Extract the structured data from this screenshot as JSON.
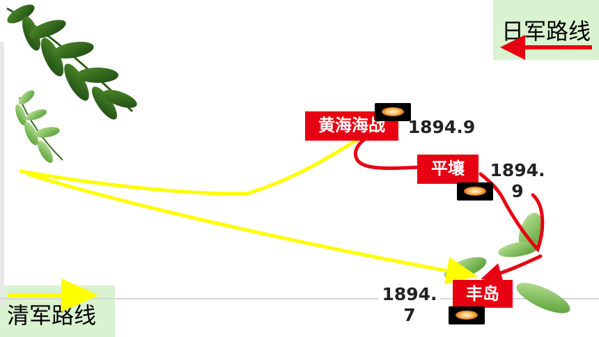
{
  "legend": {
    "japan_label": "日军路线",
    "qing_label": "清军路线"
  },
  "places": {
    "yellow_sea": "黄海海战",
    "pyongyang": "平壤",
    "fengdao": "丰岛"
  },
  "dates": {
    "yellow_sea": "1894.9",
    "pyongyang": "1894.\n9",
    "fengdao": "1894.\n7"
  },
  "colors": {
    "japan_route": "#e60012",
    "qing_route": "#ffff00",
    "legend_bg": "#d9f2d0",
    "label_bg": "#e60012"
  },
  "icons": [
    "leaf-icon",
    "explosion-icon"
  ]
}
